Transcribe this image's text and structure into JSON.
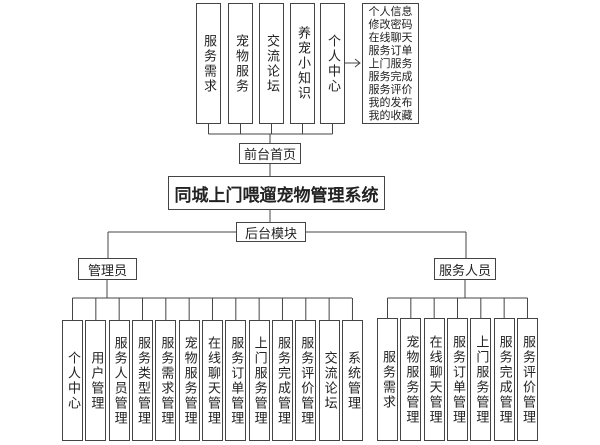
{
  "title": "同城上门喂遛宠物管理系统",
  "front": {
    "label": "前台首页",
    "modules": [
      "服务需求",
      "宠物服务",
      "交流论坛",
      "养宠小知识",
      "个人中心"
    ],
    "personal_center_items": [
      "个人信息",
      "修改密码",
      "在线聊天",
      "服务订单",
      "上门服务",
      "服务完成",
      "服务评价",
      "我的发布",
      "我的收藏"
    ]
  },
  "back": {
    "label": "后台模块",
    "admin": {
      "label": "管理员",
      "modules": [
        "个人中心",
        "用户管理",
        "服务人员管理",
        "服务类型管理",
        "服务需求管理",
        "宠物服务管理",
        "在线聊天管理",
        "服务订单管理",
        "上门服务管理",
        "服务完成管理",
        "服务评价管理",
        "交流论坛",
        "系统管理"
      ]
    },
    "staff": {
      "label": "服务人员",
      "modules": [
        "服务需求",
        "宠物服务管理",
        "在线聊天管理",
        "服务订单管理",
        "上门服务管理",
        "服务完成管理",
        "服务评价管理"
      ]
    }
  }
}
